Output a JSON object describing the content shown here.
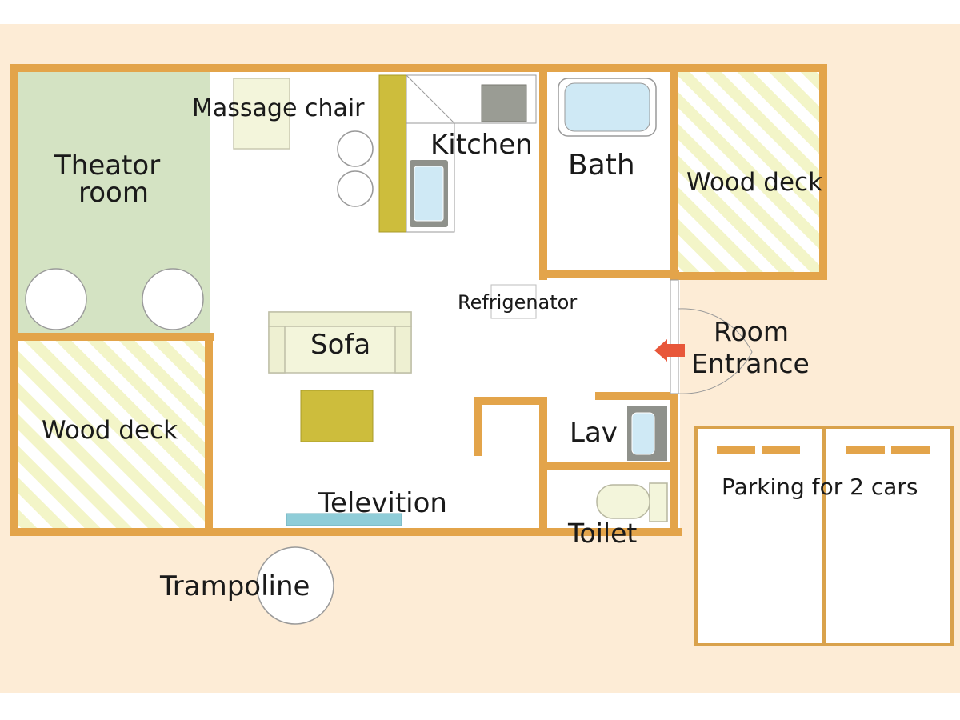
{
  "labels": {
    "massage_chair": "Massage chair",
    "kitchen": "Kitchen",
    "bath": "Bath",
    "wood_deck_right": "Wood deck",
    "theater_room_line1": "Theator",
    "theater_room_line2": "room",
    "refrigerator": "Refrigenator",
    "room_entrance_line1": "Room",
    "room_entrance_line2": "Entrance",
    "sofa": "Sofa",
    "wood_deck_left": "Wood deck",
    "lav": "Lav",
    "television": "Televition",
    "toilet": "Toilet",
    "trampoline": "Trampoline",
    "parking": "Parking for 2 cars"
  },
  "colors": {
    "background": "#fdecd6",
    "wall": "#e3a44a",
    "theater_floor": "#d4e3c3",
    "deck_stripe": "#f3f5c8",
    "olive": "#cdbd3c",
    "water": "#cfe9f5",
    "tv": "#8fcdd8",
    "entrance_arrow": "#e8573a",
    "gray_fixture": "#8f918b"
  }
}
